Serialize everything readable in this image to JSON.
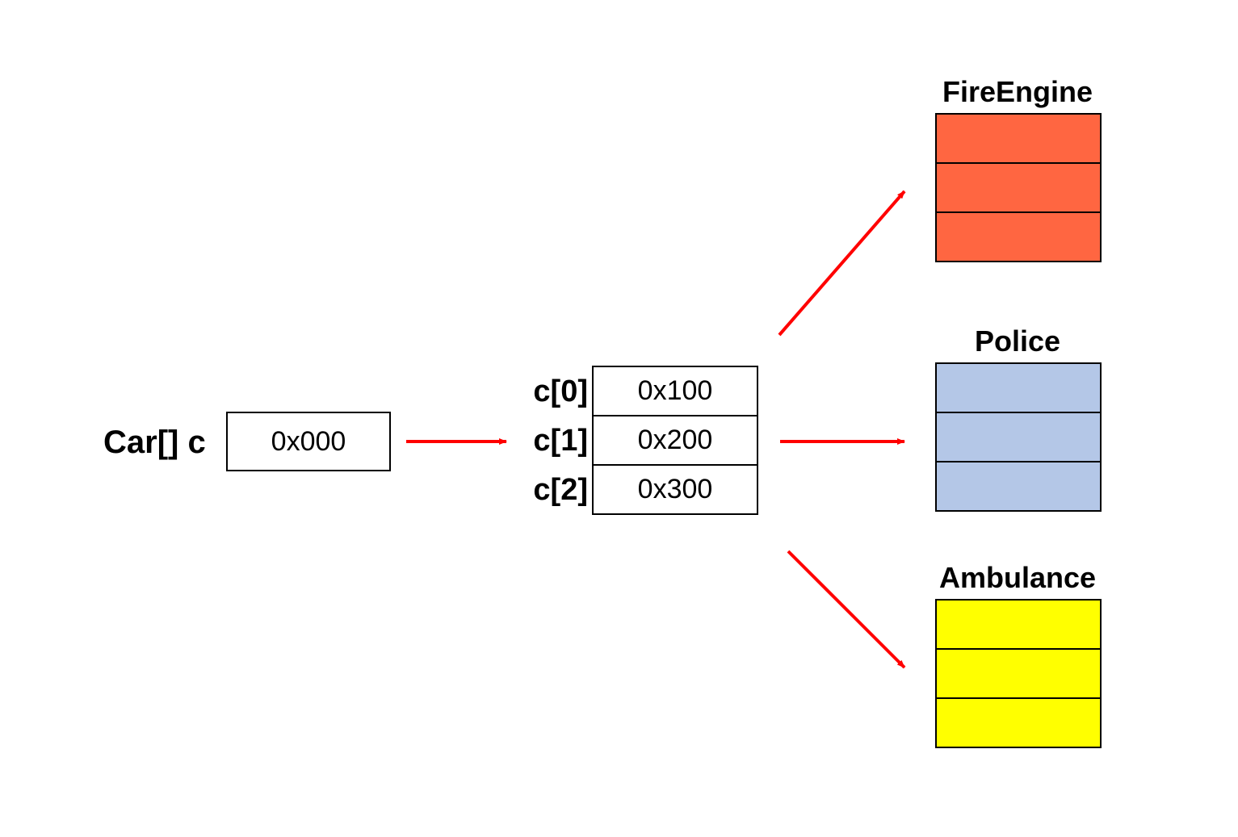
{
  "variable": {
    "label": "Car[] c",
    "value": "0x000"
  },
  "array": {
    "indices": [
      "c[0]",
      "c[1]",
      "c[2]"
    ],
    "values": [
      "0x100",
      "0x200",
      "0x300"
    ]
  },
  "objects": [
    {
      "title": "FireEngine",
      "color": "#FF6641"
    },
    {
      "title": "Police",
      "color": "#B4C7E7"
    },
    {
      "title": "Ambulance",
      "color": "#FFFF00"
    }
  ],
  "arrow_color": "#FF0000"
}
